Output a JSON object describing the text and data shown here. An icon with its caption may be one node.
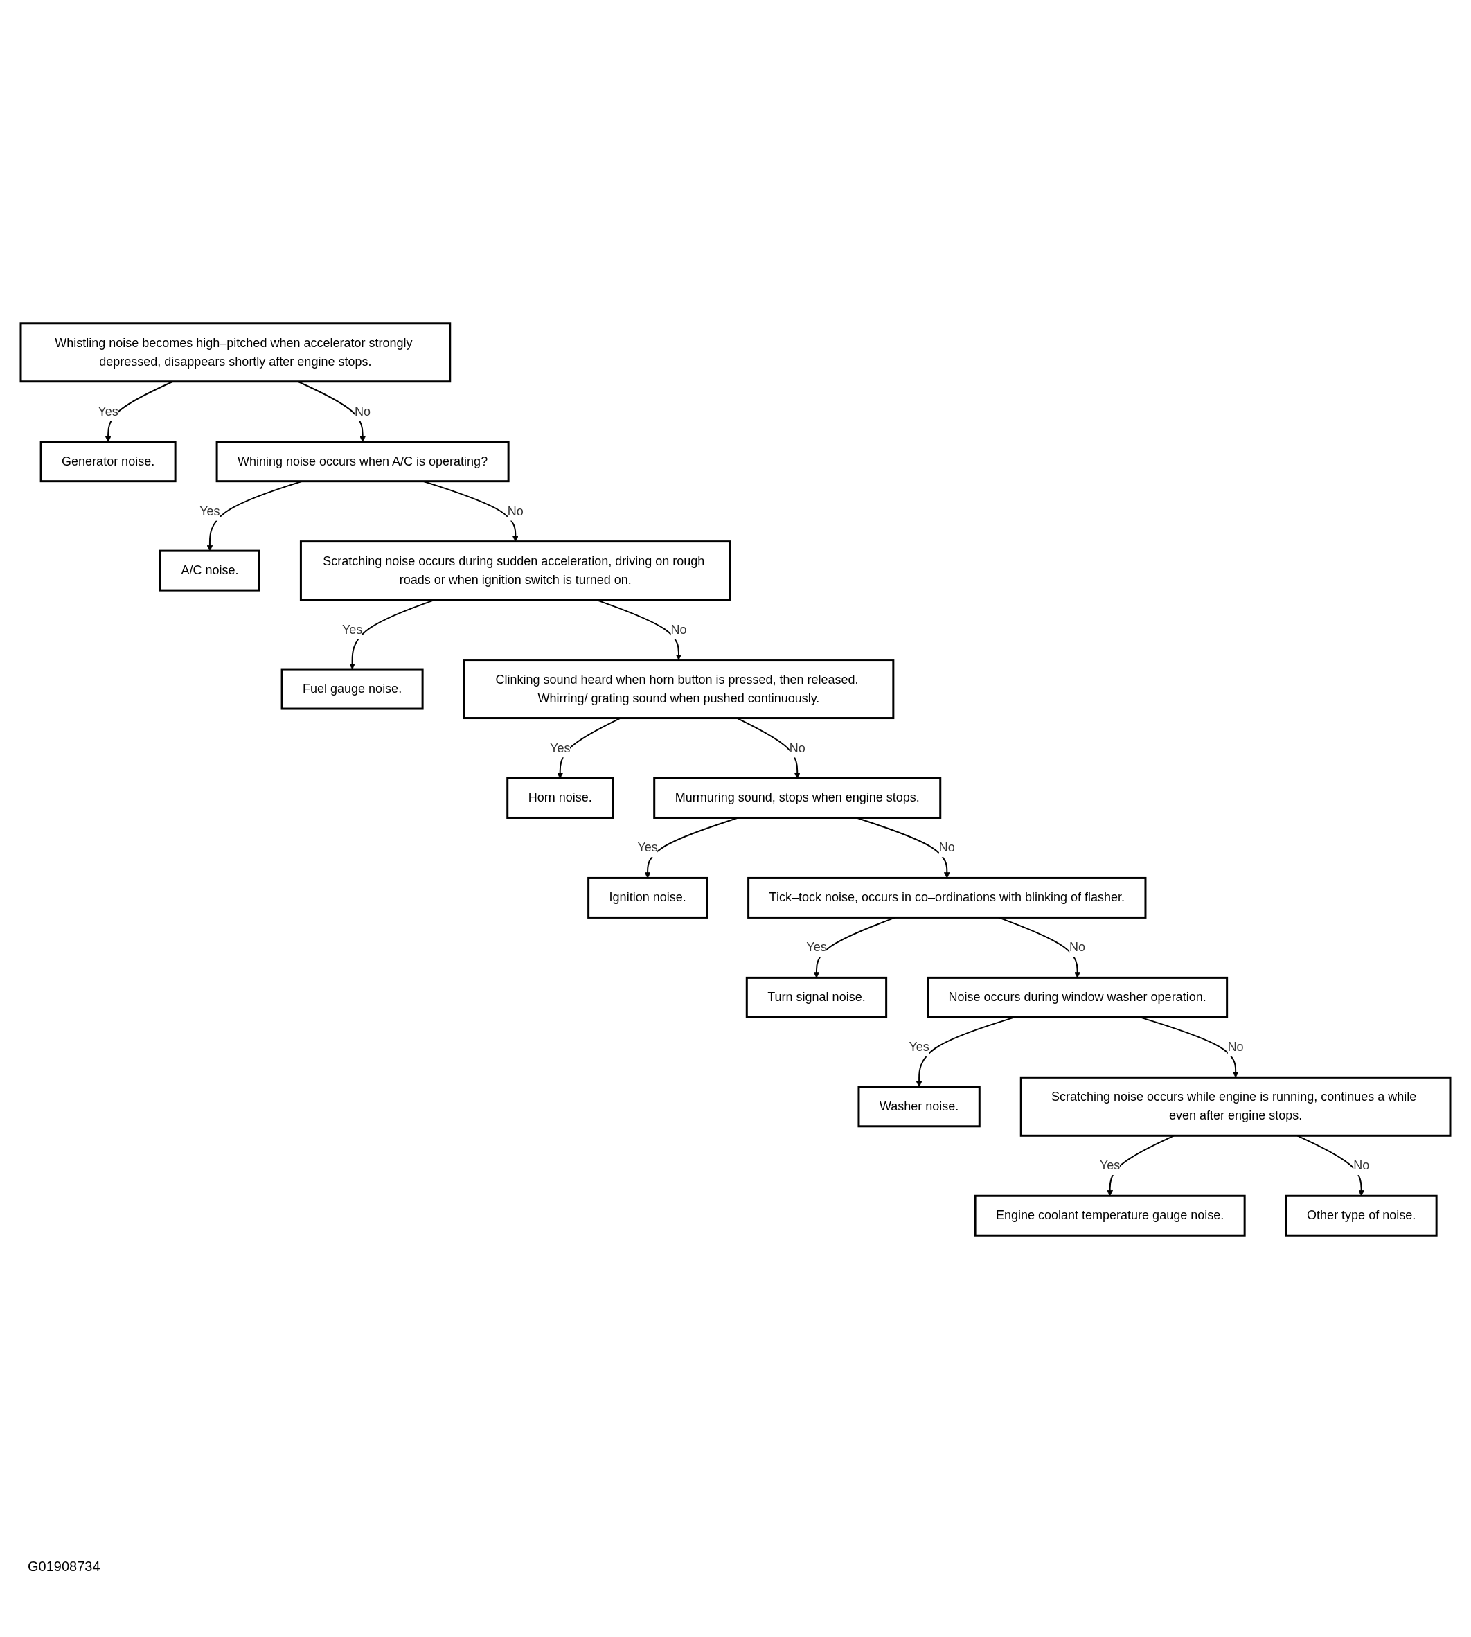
{
  "diagram": {
    "nodes": [
      {
        "text": [
          "Whistling noise becomes high–pitched when accelerator strongly depressed, disappears shortly after engine stops."
        ]
      },
      {
        "text": [
          "Generator noise."
        ]
      },
      {
        "text": [
          "Whining noise occurs when A/C is operating?"
        ]
      },
      {
        "text": [
          "A/C noise."
        ]
      },
      {
        "text": [
          "Scratching noise occurs during sudden acceleration, driving on rough roads or when ignition switch is turned on."
        ]
      },
      {
        "text": [
          "Fuel gauge noise."
        ]
      },
      {
        "text": [
          "Clinking sound heard when horn button is pressed, then released. Whirring/ grating sound when pushed continuously."
        ]
      },
      {
        "text": [
          "Horn noise."
        ]
      },
      {
        "text": [
          "Murmuring sound, stops when engine stops."
        ]
      },
      {
        "text": [
          "Ignition noise."
        ]
      },
      {
        "text": [
          "Tick–tock noise, occurs in co–ordinations with blinking of flasher."
        ]
      },
      {
        "text": [
          "Turn signal noise."
        ]
      },
      {
        "text": [
          "Noise occurs during window washer operation."
        ]
      },
      {
        "text": [
          "Washer noise."
        ]
      },
      {
        "text": [
          "Scratching noise occurs while engine is running, continues a while even after engine stops."
        ]
      },
      {
        "text": [
          "Engine coolant temperature gauge noise."
        ]
      },
      {
        "text": [
          "Other type of noise."
        ]
      }
    ],
    "edges": [
      {
        "from": 0,
        "to": 1,
        "arrow": "to",
        "label": "Yes"
      },
      {
        "from": 0,
        "to": 2,
        "arrow": "to",
        "label": "No"
      },
      {
        "from": 2,
        "to": 3,
        "arrow": "to",
        "label": "Yes"
      },
      {
        "from": 2,
        "to": 4,
        "arrow": "to",
        "label": "No"
      },
      {
        "from": 4,
        "to": 5,
        "arrow": "to",
        "label": "Yes"
      },
      {
        "from": 4,
        "to": 6,
        "arrow": "to",
        "label": "No"
      },
      {
        "from": 6,
        "to": 7,
        "arrow": "to",
        "label": "Yes"
      },
      {
        "from": 6,
        "to": 8,
        "arrow": "to",
        "label": "No"
      },
      {
        "from": 8,
        "to": 9,
        "arrow": "to",
        "label": "Yes"
      },
      {
        "from": 8,
        "to": 10,
        "arrow": "to",
        "label": "No"
      },
      {
        "from": 10,
        "to": 11,
        "arrow": "to",
        "label": "Yes"
      },
      {
        "from": 10,
        "to": 12,
        "arrow": "to",
        "label": "No"
      },
      {
        "from": 12,
        "to": 13,
        "arrow": "to",
        "label": "Yes"
      },
      {
        "from": 12,
        "to": 14,
        "arrow": "to",
        "label": "No"
      },
      {
        "from": 14,
        "to": 15,
        "arrow": "to",
        "label": "Yes"
      },
      {
        "from": 14,
        "to": 16,
        "arrow": "to",
        "label": "No"
      }
    ],
    "labels": [
      "G01908734"
    ]
  }
}
